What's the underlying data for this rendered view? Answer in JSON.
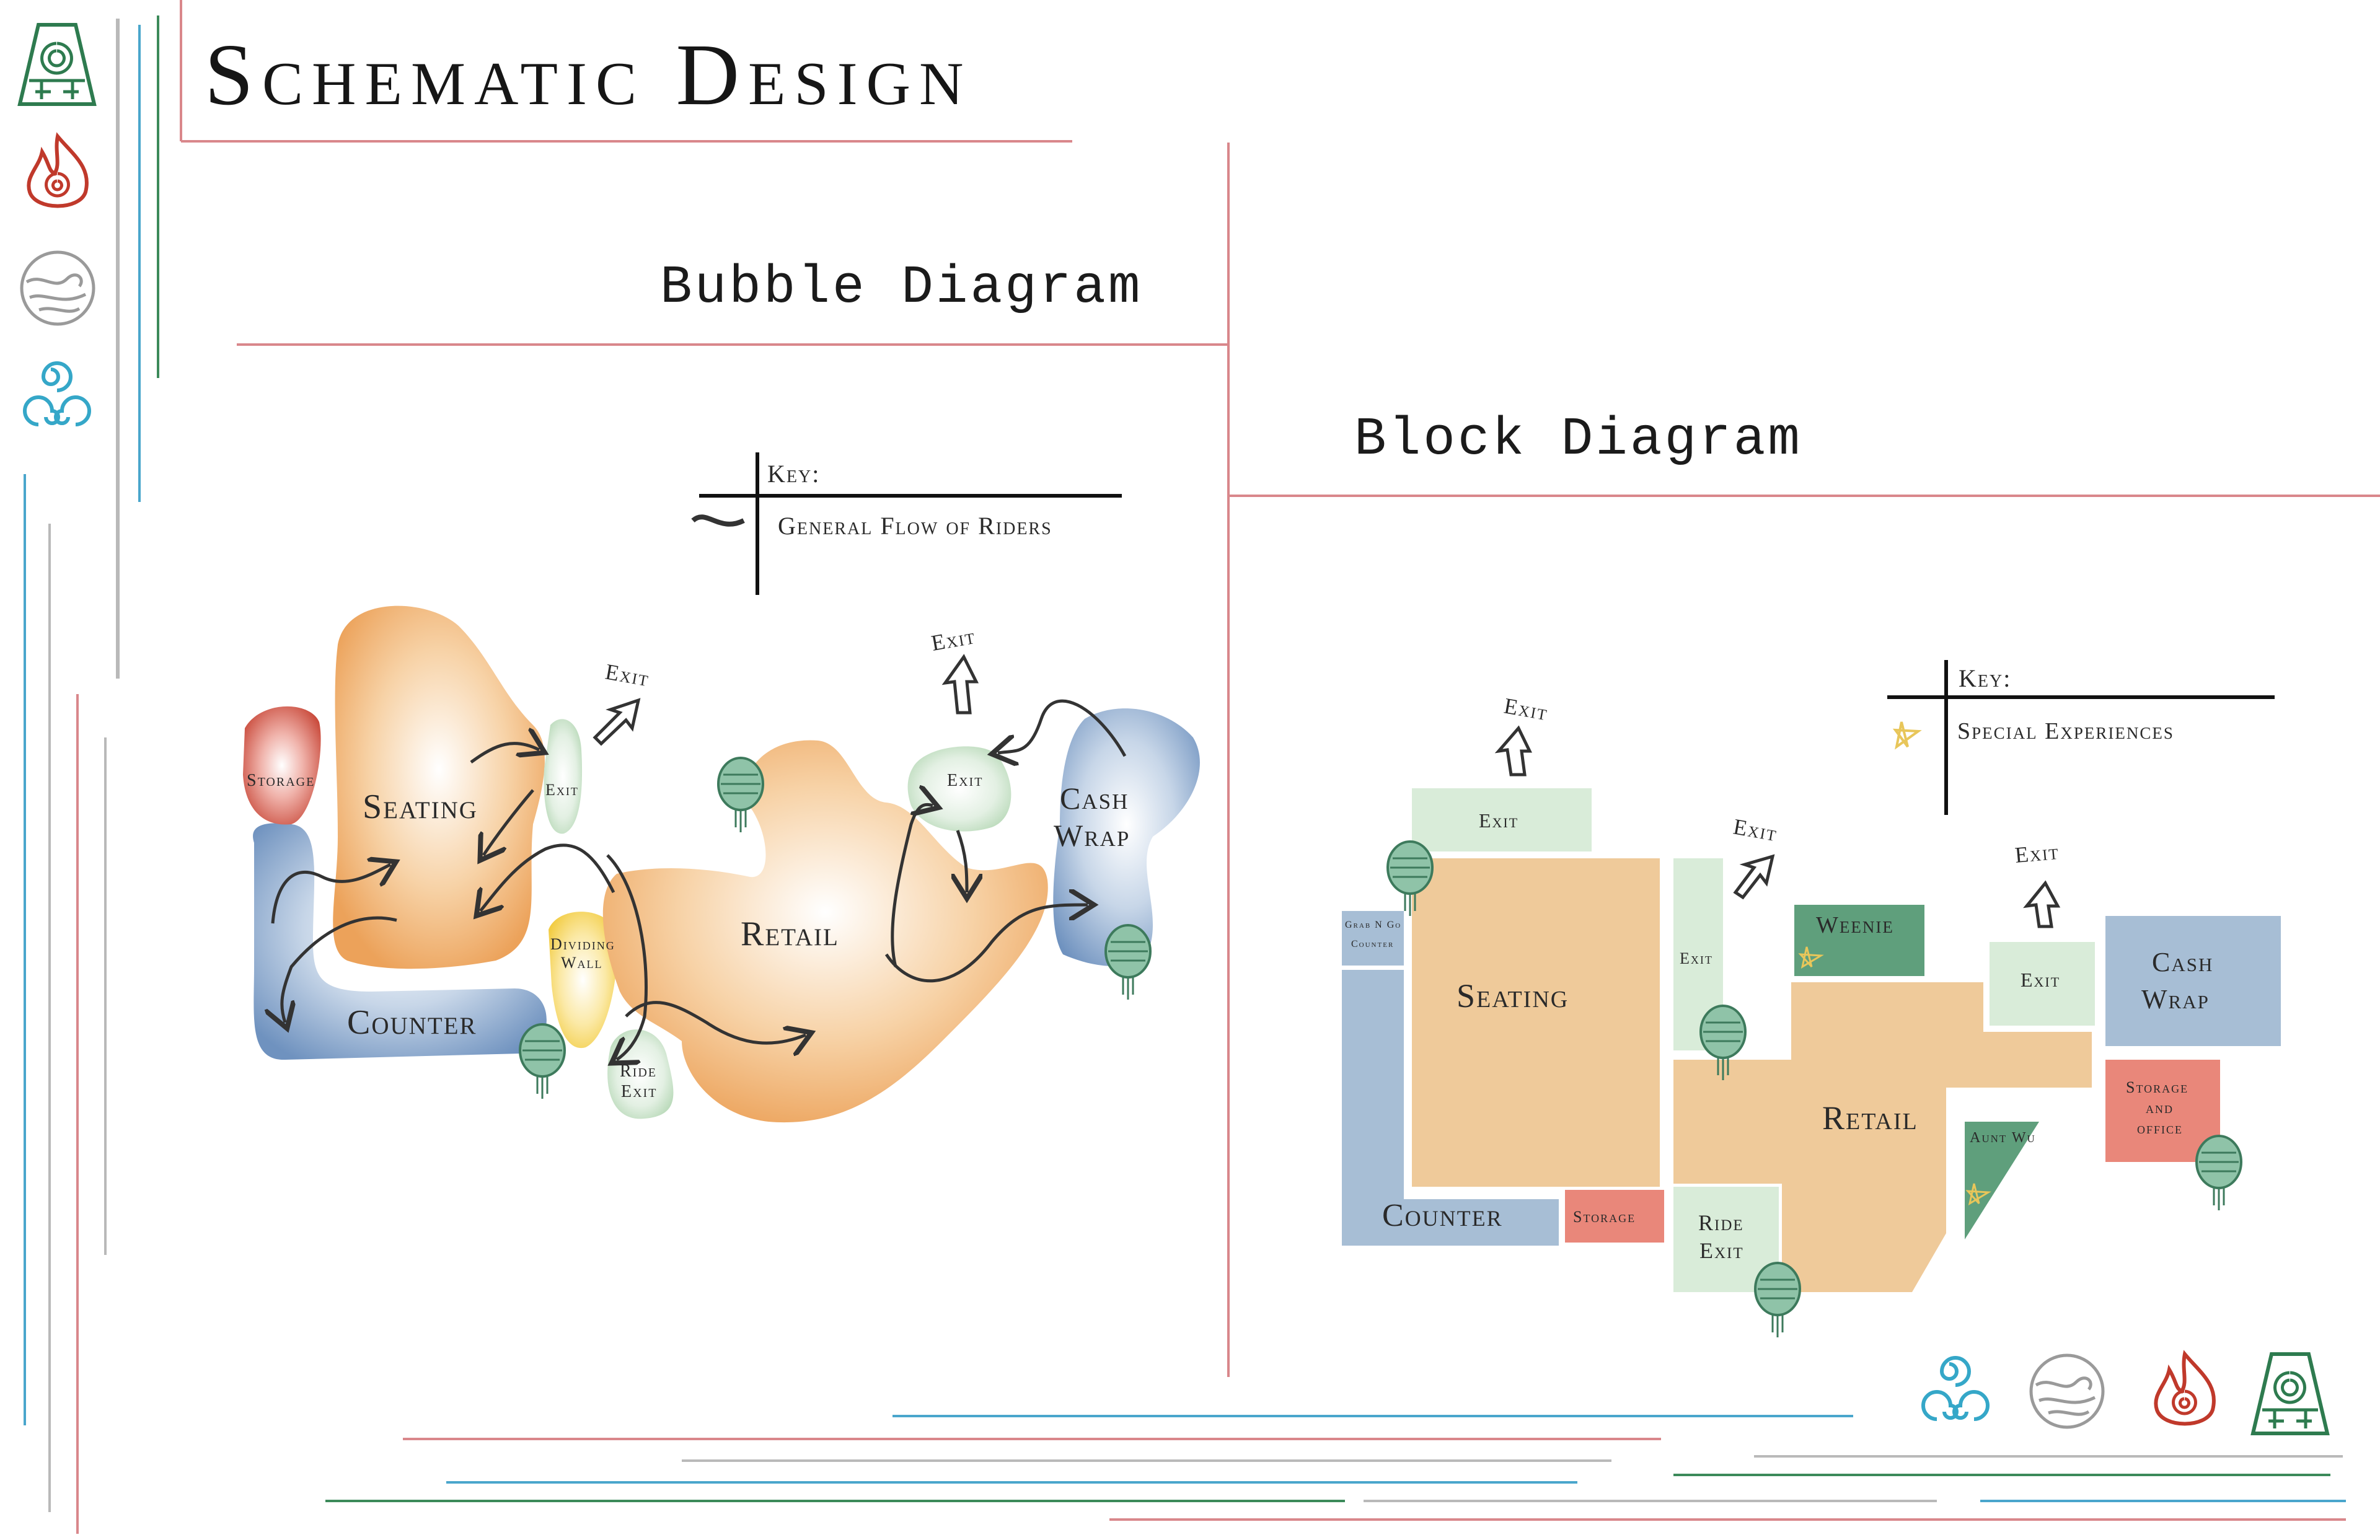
{
  "page": {
    "title": "Schematic Design",
    "bubble_title": "Bubble Diagram",
    "block_title": "Block Diagram"
  },
  "bubble": {
    "key_title": "Key:",
    "key_entry": "General Flow of Riders",
    "labels": {
      "storage": "Storage",
      "seating": "Seating",
      "exit_small": "Exit",
      "exit_top_left": "Exit",
      "exit_top_right": "Exit",
      "exit_bubble": "Exit",
      "retail": "Retail",
      "cash_wrap_1": "Cash",
      "cash_wrap_2": "Wrap",
      "counter": "Counter",
      "dividing_wall_1": "Dividing",
      "dividing_wall_2": "Wall",
      "ride_exit_1": "Ride",
      "ride_exit_2": "Exit"
    }
  },
  "block": {
    "key_title": "Key:",
    "key_entry": "Special Experiences",
    "labels": {
      "exit_top": "Exit",
      "exit_box": "Exit",
      "exit_mid": "Exit",
      "exit_mid_box": "Exit",
      "exit_right": "Exit",
      "exit_right_box": "Exit",
      "grab_1": "Grab N Go",
      "grab_2": "Counter",
      "seating": "Seating",
      "weenie": "Weenie",
      "cash_1": "Cash",
      "cash_2": "Wrap",
      "retail": "Retail",
      "storage_office_1": "Storage",
      "storage_office_2": "and",
      "storage_office_3": "office",
      "aunt_wu": "Aunt Wu",
      "counter": "Counter",
      "storage": "Storage",
      "ride_exit_1": "Ride",
      "ride_exit_2": "Exit"
    }
  },
  "colors": {
    "seating": "#eea55a",
    "retail": "#eca25a",
    "counter": "#7c9cc4",
    "storage": "#c94a3b",
    "exit": "#c8e2c8",
    "dividing": "#f5d34e",
    "block_orange": "#efca9a",
    "block_blue": "#a7bed5",
    "block_green": "#5f9f7c",
    "block_red": "#e9877a",
    "block_exit": "#d9ecd9",
    "earth": "#2e7b4f",
    "fire": "#c0392b",
    "air": "#9a9a9a",
    "water": "#35a7c8",
    "rule_red": "#d9878b",
    "rule_blue": "#4aa6cc",
    "rule_green": "#3c8a5a",
    "rule_gray": "#b9b9b9"
  }
}
